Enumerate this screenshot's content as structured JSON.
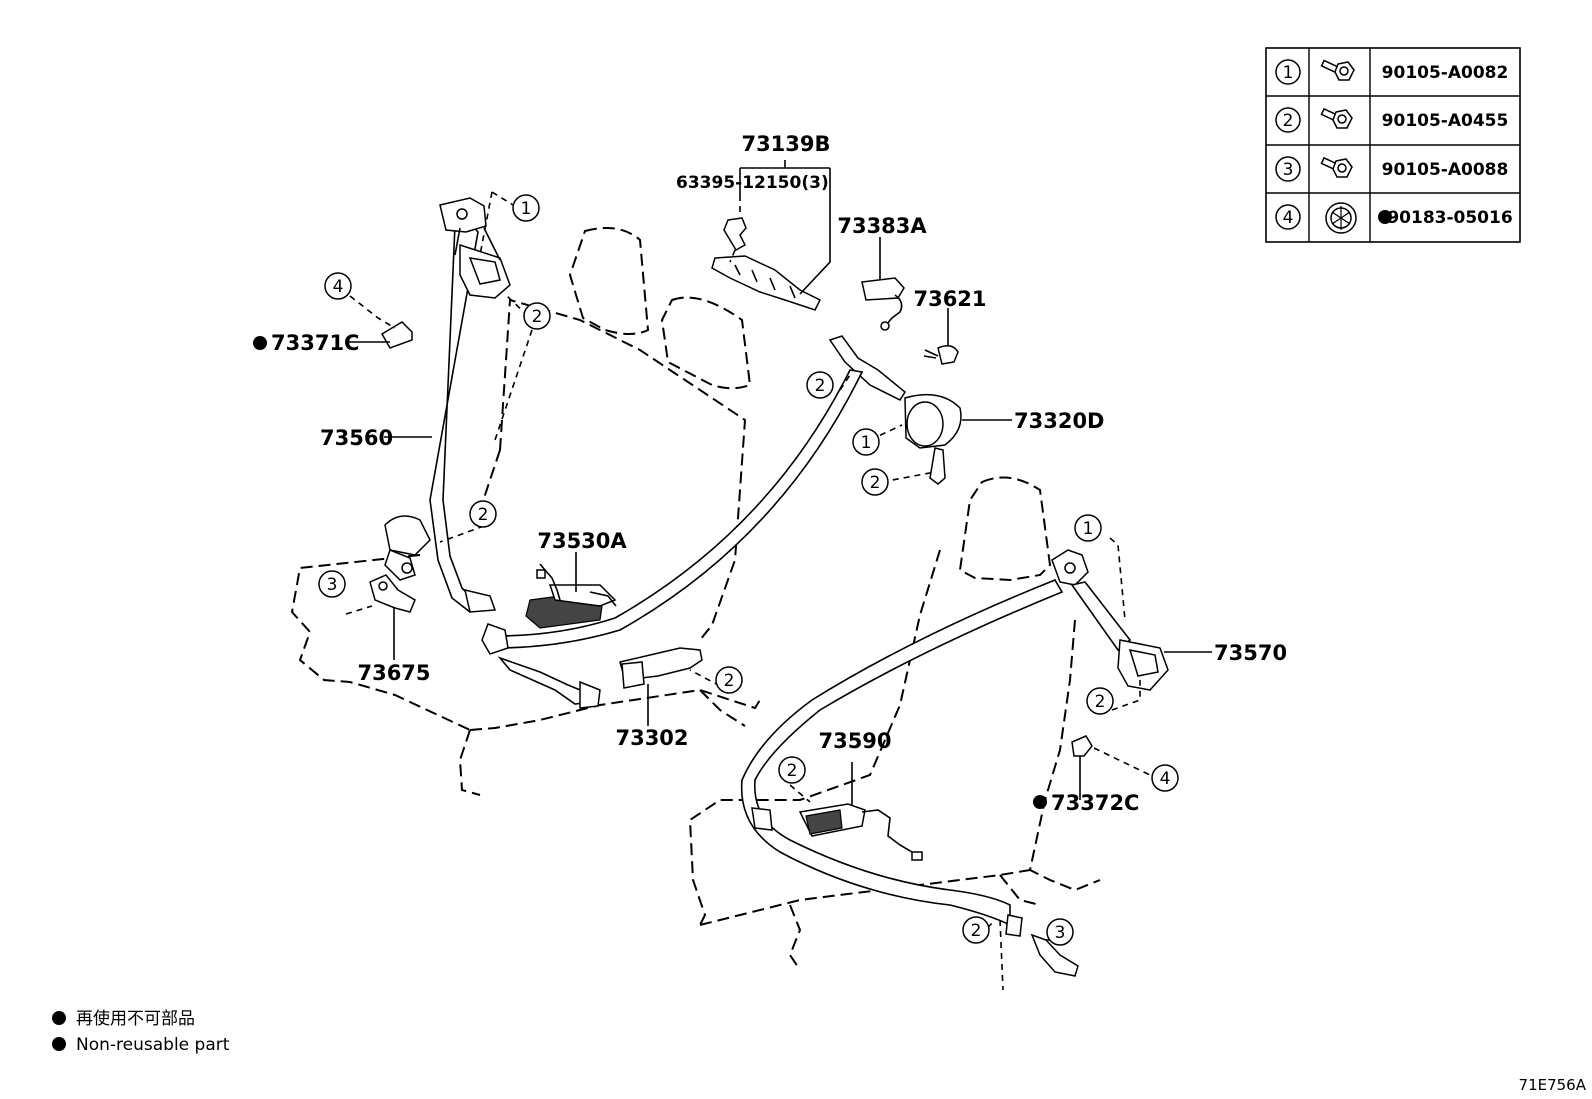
{
  "parts": {
    "p73139B": "73139B",
    "p63395": "63395-12150(3)",
    "p73383A": "73383A",
    "p73621": "73621",
    "p73320D": "73320D",
    "p73371C": "73371C",
    "p73560": "73560",
    "p73530A": "73530A",
    "p73675": "73675",
    "p73302": "73302",
    "p73570": "73570",
    "p73590": "73590",
    "p73372C": "73372C"
  },
  "callouts": {
    "c1": "1",
    "c2": "2",
    "c3": "3",
    "c4": "4"
  },
  "fastener_table": [
    {
      "ref": "1",
      "icon": "bolt-icon",
      "part_no": "90105-A0082",
      "non_reusable": false
    },
    {
      "ref": "2",
      "icon": "bolt-icon",
      "part_no": "90105-A0455",
      "non_reusable": false
    },
    {
      "ref": "3",
      "icon": "bolt-icon",
      "part_no": "90105-A0088",
      "non_reusable": false
    },
    {
      "ref": "4",
      "icon": "clip-icon",
      "part_no": "90183-05016",
      "non_reusable": true
    }
  ],
  "legend": {
    "jp": "再使用不可部品",
    "en": "Non-reusable part"
  },
  "diagram_code": "71E756A"
}
